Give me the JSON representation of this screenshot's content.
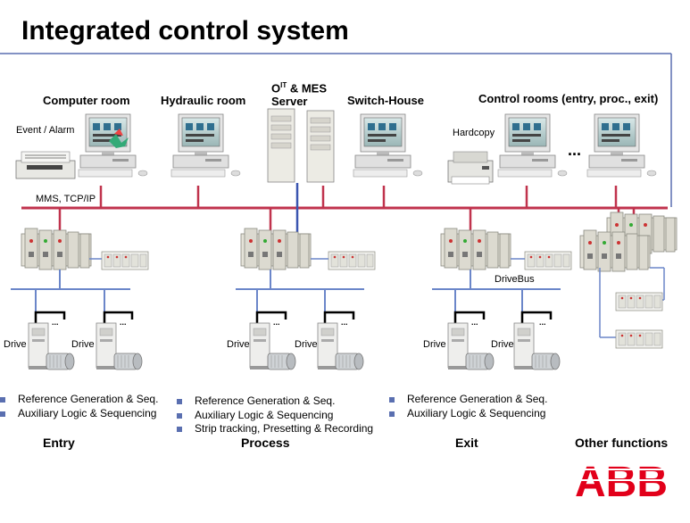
{
  "title": "Integrated control system",
  "rooms": {
    "computer_room": "Computer room",
    "hydraulic_room": "Hydraulic room",
    "server_line1_prefix": "O",
    "server_line1_sup": "IT",
    "server_line1_suffix": " & MES",
    "server_line2": "Server",
    "switch_house": "Switch-House",
    "control_rooms": "Control rooms (entry, proc., exit)"
  },
  "labels": {
    "event_alarm": "Event / Alarm",
    "hardcopy": "Hardcopy",
    "ellipsis": "...",
    "network": "MMS, TCP/IP",
    "drivebus": "DriveBus",
    "drive": "Drive",
    "drive_dots": "..."
  },
  "bullets": {
    "entry": [
      "Reference Generation & Seq.",
      "Auxiliary Logic & Sequencing"
    ],
    "process": [
      "Reference Generation & Seq.",
      "Auxiliary Logic & Sequencing",
      "Strip tracking, Presetting & Recording"
    ],
    "exit": [
      "Reference Generation & Seq.",
      "Auxiliary Logic & Sequencing"
    ]
  },
  "sections": {
    "entry": "Entry",
    "process": "Process",
    "exit": "Exit",
    "other": "Other functions"
  },
  "logo": "ABB",
  "colors": {
    "network_line": "#c0334d",
    "bus_line": "#6b86c9",
    "frame_line": "#5a6fb0",
    "logo_red": "#e2001a",
    "bullet": "#5a6fb0"
  }
}
